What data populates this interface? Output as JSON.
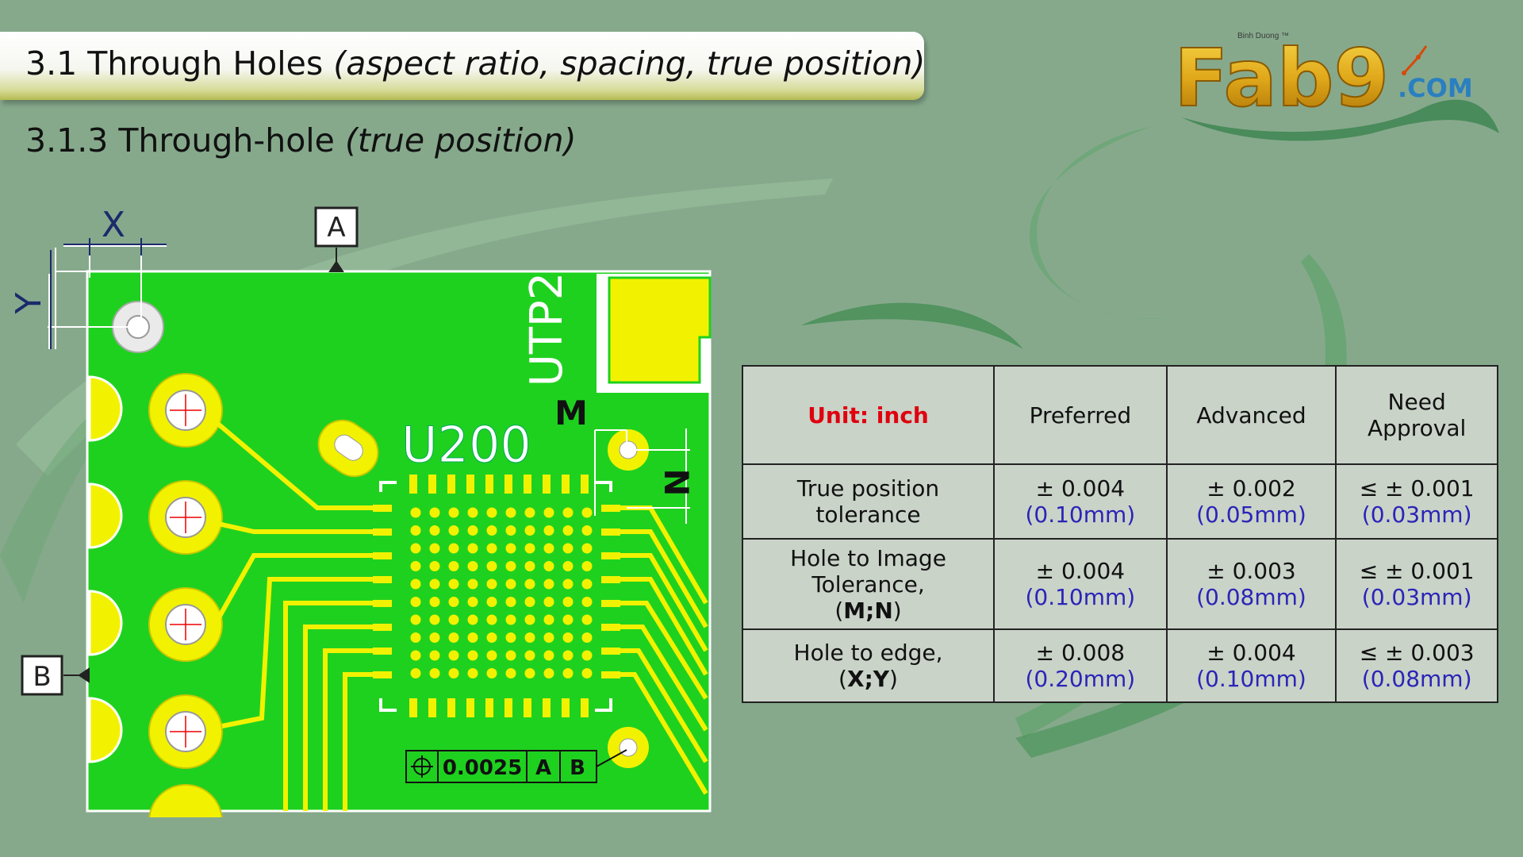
{
  "slide": {
    "title_main": "3.1 Through Holes ",
    "title_italic": "(aspect ratio, spacing, true position)",
    "subtitle_main": "3.1.3 Through-hole ",
    "subtitle_italic": "(true position)"
  },
  "logo": {
    "brand": "Fab9",
    "domain": ".COM",
    "tagline": "Binh Duong ™"
  },
  "diagram": {
    "datum_a": "A",
    "datum_b": "B",
    "dim_x": "X",
    "dim_y": "Y",
    "dim_m": "M",
    "dim_n": "N",
    "component_ref": "U200",
    "testpoint_ref": "UTP2",
    "fcf_tolerance": "0.0025",
    "fcf_datum_a": "A",
    "fcf_datum_b": "B"
  },
  "table": {
    "header": {
      "unit": "Unit: inch",
      "preferred": "Preferred",
      "advanced": "Advanced",
      "need_approval_1": "Need",
      "need_approval_2": "Approval"
    },
    "rows": [
      {
        "label_1": "True position",
        "label_2": "tolerance",
        "label_3": "",
        "preferred": "± 0.004",
        "preferred_mm": "(0.10mm)",
        "advanced": "± 0.002",
        "advanced_mm": "(0.05mm)",
        "approval": "≤ ± 0.001",
        "approval_mm": "(0.03mm)"
      },
      {
        "label_1": "Hole to Image",
        "label_2": "Tolerance,",
        "label_3_open": "(",
        "label_3_bold": "M;N",
        "label_3_close": ")",
        "preferred": "± 0.004",
        "preferred_mm": "(0.10mm)",
        "advanced": "± 0.003",
        "advanced_mm": "(0.08mm)",
        "approval": "≤ ± 0.001",
        "approval_mm": "(0.03mm)"
      },
      {
        "label_1": "Hole to edge,",
        "label_2_open": "(",
        "label_2_bold": "X;Y",
        "label_2_close": ")",
        "preferred": "± 0.008",
        "preferred_mm": "(0.20mm)",
        "advanced": "± 0.004",
        "advanced_mm": "(0.10mm)",
        "approval": "≤ ± 0.003",
        "approval_mm": "(0.08mm)"
      }
    ]
  },
  "colors": {
    "background": "#86a98c",
    "pcb_green": "#1fd11f",
    "copper_yellow": "#f2f200",
    "unit_red": "#e0000f",
    "mm_blue": "#2b24b8"
  }
}
